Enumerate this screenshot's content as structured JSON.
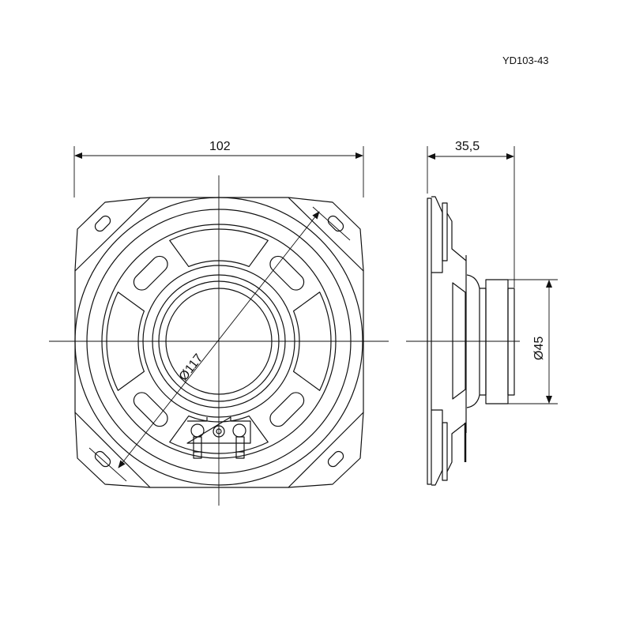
{
  "title": "YD103-43",
  "front_view": {
    "width_dimension": "102",
    "diameter_dimension": "Ø117"
  },
  "side_view": {
    "depth_dimension": "35,5",
    "magnet_diameter_dimension": "Ø45"
  }
}
